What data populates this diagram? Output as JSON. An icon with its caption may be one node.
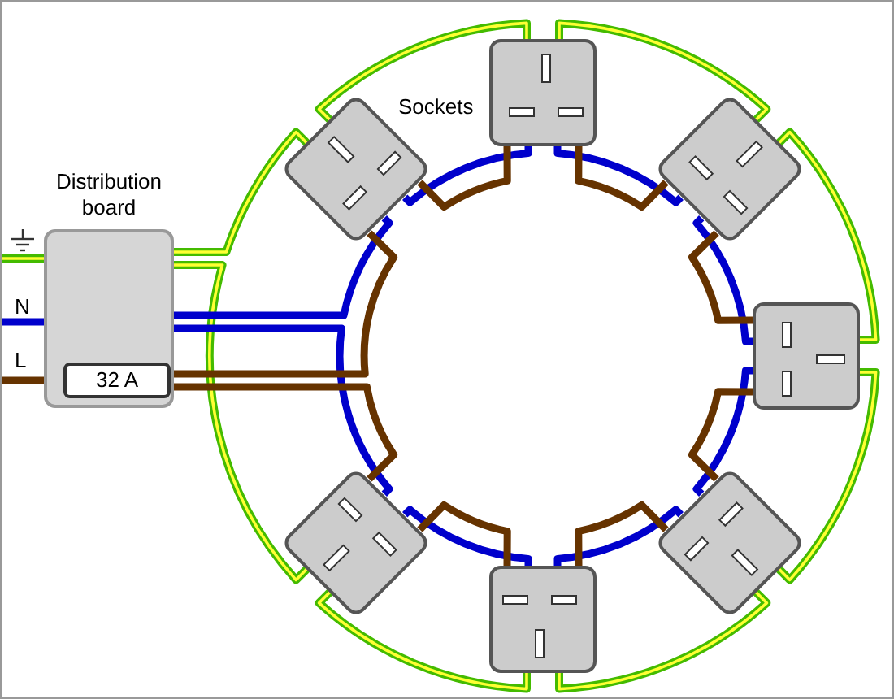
{
  "diagram": {
    "nodes": [
      {
        "text": [
          "Distribution board"
        ]
      },
      {
        "text": [
          "32 A"
        ],
        "in": 0
      },
      {
        "text": [],
        "shape": "picture"
      },
      {
        "text": [],
        "shape": "picture"
      },
      {
        "text": [],
        "shape": "picture"
      },
      {
        "text": [],
        "shape": "picture"
      },
      {
        "text": [],
        "shape": "picture"
      },
      {
        "text": [],
        "shape": "picture"
      },
      {
        "text": [],
        "shape": "picture"
      }
    ],
    "edges": [
      {
        "from": null,
        "to": 0,
        "arrow": "none",
        "color": "#44bb00"
      },
      {
        "from": 0,
        "to": 2,
        "arrow": "none",
        "color": "#44bb00"
      },
      {
        "from": 2,
        "to": 3,
        "arrow": "none",
        "color": "#44bb00"
      },
      {
        "from": 3,
        "to": 4,
        "arrow": "none",
        "color": "#44bb00"
      },
      {
        "from": 4,
        "to": 5,
        "arrow": "none",
        "color": "#44bb00"
      },
      {
        "from": 5,
        "to": 6,
        "arrow": "none",
        "color": "#44bb00"
      },
      {
        "from": 6,
        "to": 7,
        "arrow": "none",
        "color": "#44bb00"
      },
      {
        "from": 7,
        "to": 8,
        "arrow": "none",
        "color": "#44bb00"
      },
      {
        "from": 8,
        "to": 0,
        "arrow": "none",
        "color": "#44bb00"
      },
      {
        "from": null,
        "to": 0,
        "arrow": "none",
        "color": "#0000cc"
      },
      {
        "from": 0,
        "to": 2,
        "arrow": "none",
        "color": "#0000cc"
      },
      {
        "from": 2,
        "to": 3,
        "arrow": "none",
        "color": "#0000cc"
      },
      {
        "from": 3,
        "to": 4,
        "arrow": "none",
        "color": "#0000cc"
      },
      {
        "from": 4,
        "to": 5,
        "arrow": "none",
        "color": "#0000cc"
      },
      {
        "from": 5,
        "to": 6,
        "arrow": "none",
        "color": "#0000cc"
      },
      {
        "from": 6,
        "to": 7,
        "arrow": "none",
        "color": "#0000cc"
      },
      {
        "from": 7,
        "to": 8,
        "arrow": "none",
        "color": "#0000cc"
      },
      {
        "from": 8,
        "to": 0,
        "arrow": "none",
        "color": "#0000cc"
      },
      {
        "from": null,
        "to": 1,
        "arrow": "none",
        "color": "#663300"
      },
      {
        "from": 1,
        "to": 2,
        "arrow": "none",
        "color": "#663300"
      },
      {
        "from": 2,
        "to": 3,
        "arrow": "none",
        "color": "#663300"
      },
      {
        "from": 3,
        "to": 4,
        "arrow": "none",
        "color": "#663300"
      },
      {
        "from": 4,
        "to": 5,
        "arrow": "none",
        "color": "#663300"
      },
      {
        "from": 5,
        "to": 6,
        "arrow": "none",
        "color": "#663300"
      },
      {
        "from": 6,
        "to": 7,
        "arrow": "none",
        "color": "#663300"
      },
      {
        "from": 7,
        "to": 8,
        "arrow": "none",
        "color": "#663300"
      },
      {
        "from": 8,
        "to": 1,
        "arrow": "none",
        "color": "#663300"
      }
    ],
    "labels": [
      "Sockets",
      "N",
      "L"
    ]
  }
}
